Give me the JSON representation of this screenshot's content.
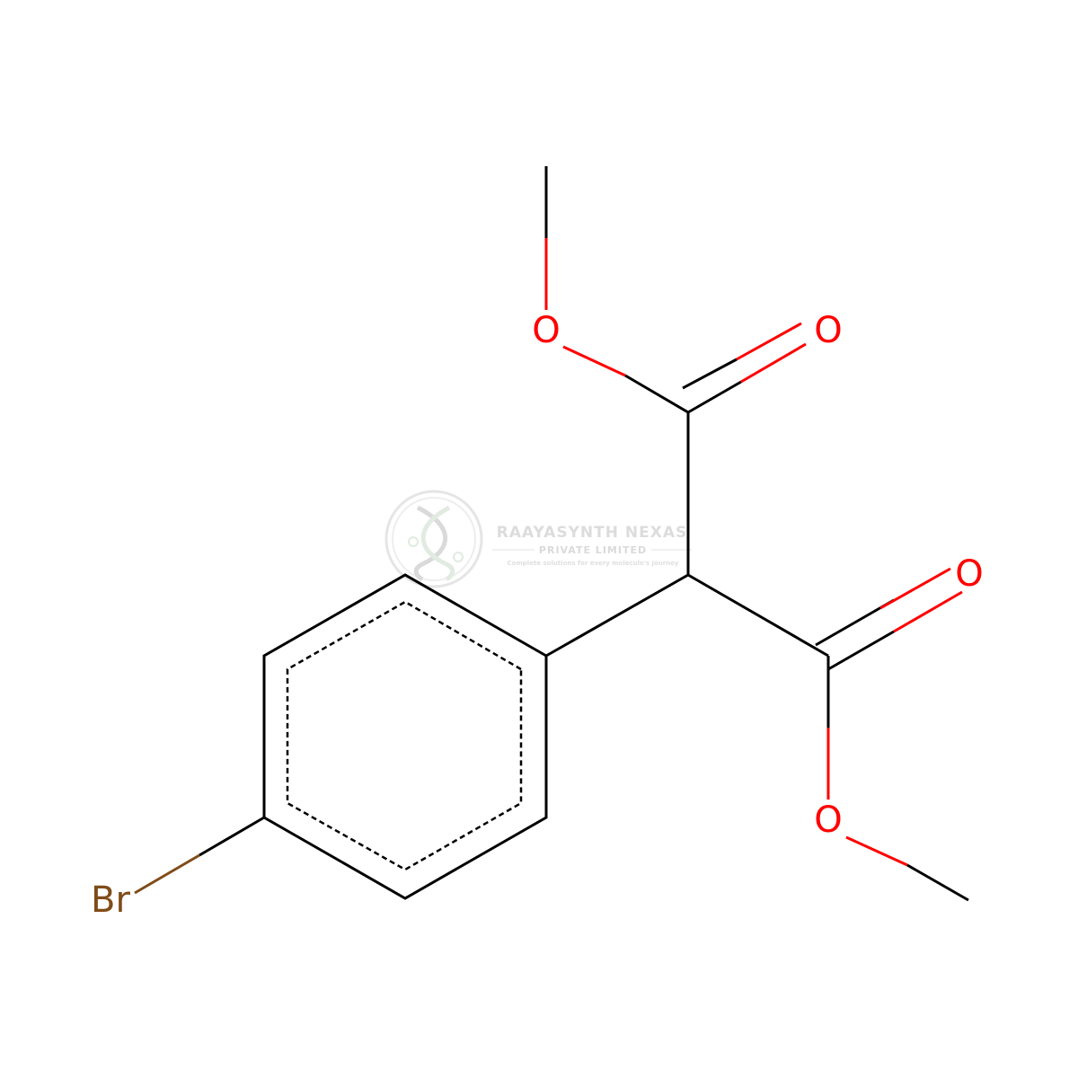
{
  "colors": {
    "background": "#ffffff",
    "bond": "#000000",
    "oxygen": "#ff0000",
    "bromine": "#7f4c19",
    "watermark": "#d9d9d9"
  },
  "atoms": {
    "o_upper_ether": "O",
    "o_upper_carbonyl": "O",
    "o_lower_carbonyl": "O",
    "o_lower_ether": "O",
    "br": "Br"
  },
  "watermark": {
    "company": "RAAYASYNTH NEXAS",
    "subtitle": "PRIVATE LIMITED",
    "tagline": "Complete solutions for every molecule's journey",
    "icon": "dna-helix-logo-icon"
  }
}
